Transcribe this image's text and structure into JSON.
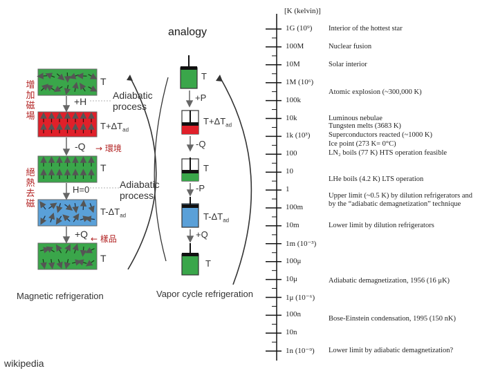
{
  "title": "analogy",
  "credit": "wikipedia",
  "magnetic": {
    "vertical_label_1": "增加磁場",
    "vertical_label_2": "絕熱去磁",
    "T": "T",
    "plus_H": "+H",
    "adiabatic_process_1": "Adiabatic\nprocess",
    "T_plus": "T+ΔT",
    "ad": "ad",
    "minus_Q": "-Q",
    "env_label": "→ 環境",
    "T_2": "T",
    "H0": "H=0",
    "adiabatic_process_2": "Adiabatic\nprocess",
    "T_minus": "T-ΔT",
    "ad2": "ad",
    "plus_Q": "+Q",
    "sample_label": "← 樣品",
    "T_3": "T",
    "caption": "Magnetic refrigeration"
  },
  "vapor": {
    "T1": "T",
    "plus_P": "+P",
    "T_plus": "T+ΔT",
    "ad": "ad",
    "minus_Q": "-Q",
    "T2": "T",
    "minus_P": "-P",
    "T_minus": "T-ΔT",
    "ad2": "ad",
    "plus_Q": "+Q",
    "T3": "T",
    "caption": "Vapor cycle refrigeration"
  },
  "scale": {
    "header": "[K (kelvin)]",
    "ticks": [
      "1G (10⁹)",
      "100M",
      "10M",
      "1M (10⁶)",
      "100k",
      "10k",
      "1k (10³)",
      "100",
      "10",
      "1",
      "100m",
      "10m",
      "1m (10⁻³)",
      "100μ",
      "10μ",
      "1μ (10⁻⁶)",
      "100n",
      "10n",
      "1n (10⁻⁹)"
    ],
    "events": [
      {
        "text": "Interior of the hottest star",
        "tick": 0
      },
      {
        "text": "Nuclear fusion",
        "tick": 1
      },
      {
        "text": "Solar interior",
        "tick": 2
      },
      {
        "text": "Atomic explosion (~300,000 K)",
        "tick": 3.55
      },
      {
        "text": "Luminous nebulae",
        "tick": 5
      },
      {
        "text": "Tungsten melts (3683 K)",
        "tick": 5.45
      },
      {
        "text": "Superconductors reacted (~1000 K)",
        "tick": 5.95
      },
      {
        "text": "Ice point (273 K= 0°C)",
        "tick": 6.45
      },
      {
        "text": "LN₂ boils (77 K)    HTS operation feasible",
        "tick": 6.95
      },
      {
        "text": "LHe boils (4.2 K)    LTS operation",
        "tick": 8.4
      },
      {
        "text": "Upper limit (~0.5 K) by dilution refrigerators and",
        "tick": 9.35
      },
      {
        "text": "   by the “adiabatic demagnetization” technique",
        "tick": 9.8
      },
      {
        "text": "Lower limit by dilution refrigerators",
        "tick": 11
      },
      {
        "text": "Adiabatic demagnetization, 1956 (16 μK)",
        "tick": 14.1
      },
      {
        "text": "Bose-Einstein condensation, 1995 (150 nK)",
        "tick": 16.2
      },
      {
        "text": "Lower limit by adiabatic demagnetization?",
        "tick": 18
      }
    ]
  },
  "colors": {
    "green": "#3aa64a",
    "red": "#e0202a",
    "blue": "#5aa0d8",
    "vertical_text": "#b22222"
  }
}
